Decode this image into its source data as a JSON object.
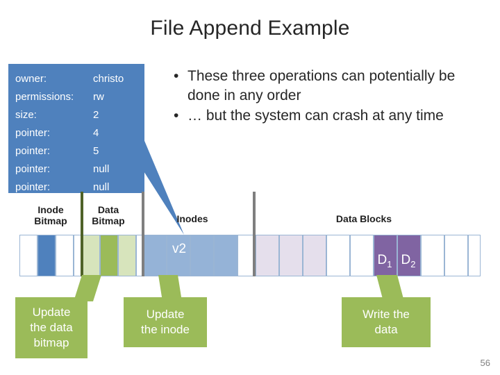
{
  "slide": {
    "title": "File Append Example",
    "page_number": "56"
  },
  "inode": {
    "rows": [
      {
        "label": "owner:",
        "value": "christo"
      },
      {
        "label": "permissions:",
        "value": "rw"
      },
      {
        "label": "size:",
        "value": "2"
      },
      {
        "label": "pointer:",
        "value": "4"
      },
      {
        "label": "pointer:",
        "value": "5"
      },
      {
        "label": "pointer:",
        "value": "null"
      },
      {
        "label": "pointer:",
        "value": "null"
      }
    ],
    "fill_color": "#4f81bd"
  },
  "bullets": [
    {
      "marker": "•",
      "text": "These three operations can potentially be done in any order"
    },
    {
      "marker": "•",
      "text": "… but the system can crash at any time"
    }
  ],
  "diagram": {
    "segment_labels": [
      {
        "name": "inode-bitmap-label",
        "line1": "Inode",
        "line2": "Bitmap"
      },
      {
        "name": "data-bitmap-label",
        "line1": "Data",
        "line2": "Bitmap"
      },
      {
        "name": "inodes-label",
        "line1": "Inodes",
        "line2": ""
      },
      {
        "name": "data-blocks-label",
        "line1": "Data Blocks",
        "line2": ""
      }
    ],
    "block_labels": [
      {
        "name": "inode-v2",
        "text": "v2"
      },
      {
        "name": "data-block-d1",
        "text": "D",
        "sub": "1"
      },
      {
        "name": "data-block-d2",
        "text": "D",
        "sub": "2"
      }
    ],
    "colors": {
      "inode_bitmap_cell": "#4f81bd",
      "data_bitmap_cell": "#9bbb59",
      "inode_cell": "#95b3d7",
      "data_block_cell": "#8064a2",
      "empty_cell": "#ffffff",
      "separator": "#4f6228",
      "separator_grey": "#7f7f7f"
    }
  },
  "callouts": [
    {
      "name": "update-data-bitmap-callout",
      "line1": "Update",
      "line2": "the data",
      "line3": "bitmap"
    },
    {
      "name": "update-inode-callout",
      "line1": "Update",
      "line2": "the inode",
      "line3": ""
    },
    {
      "name": "write-data-callout",
      "line1": "Write the",
      "line2": "data",
      "line3": ""
    }
  ]
}
